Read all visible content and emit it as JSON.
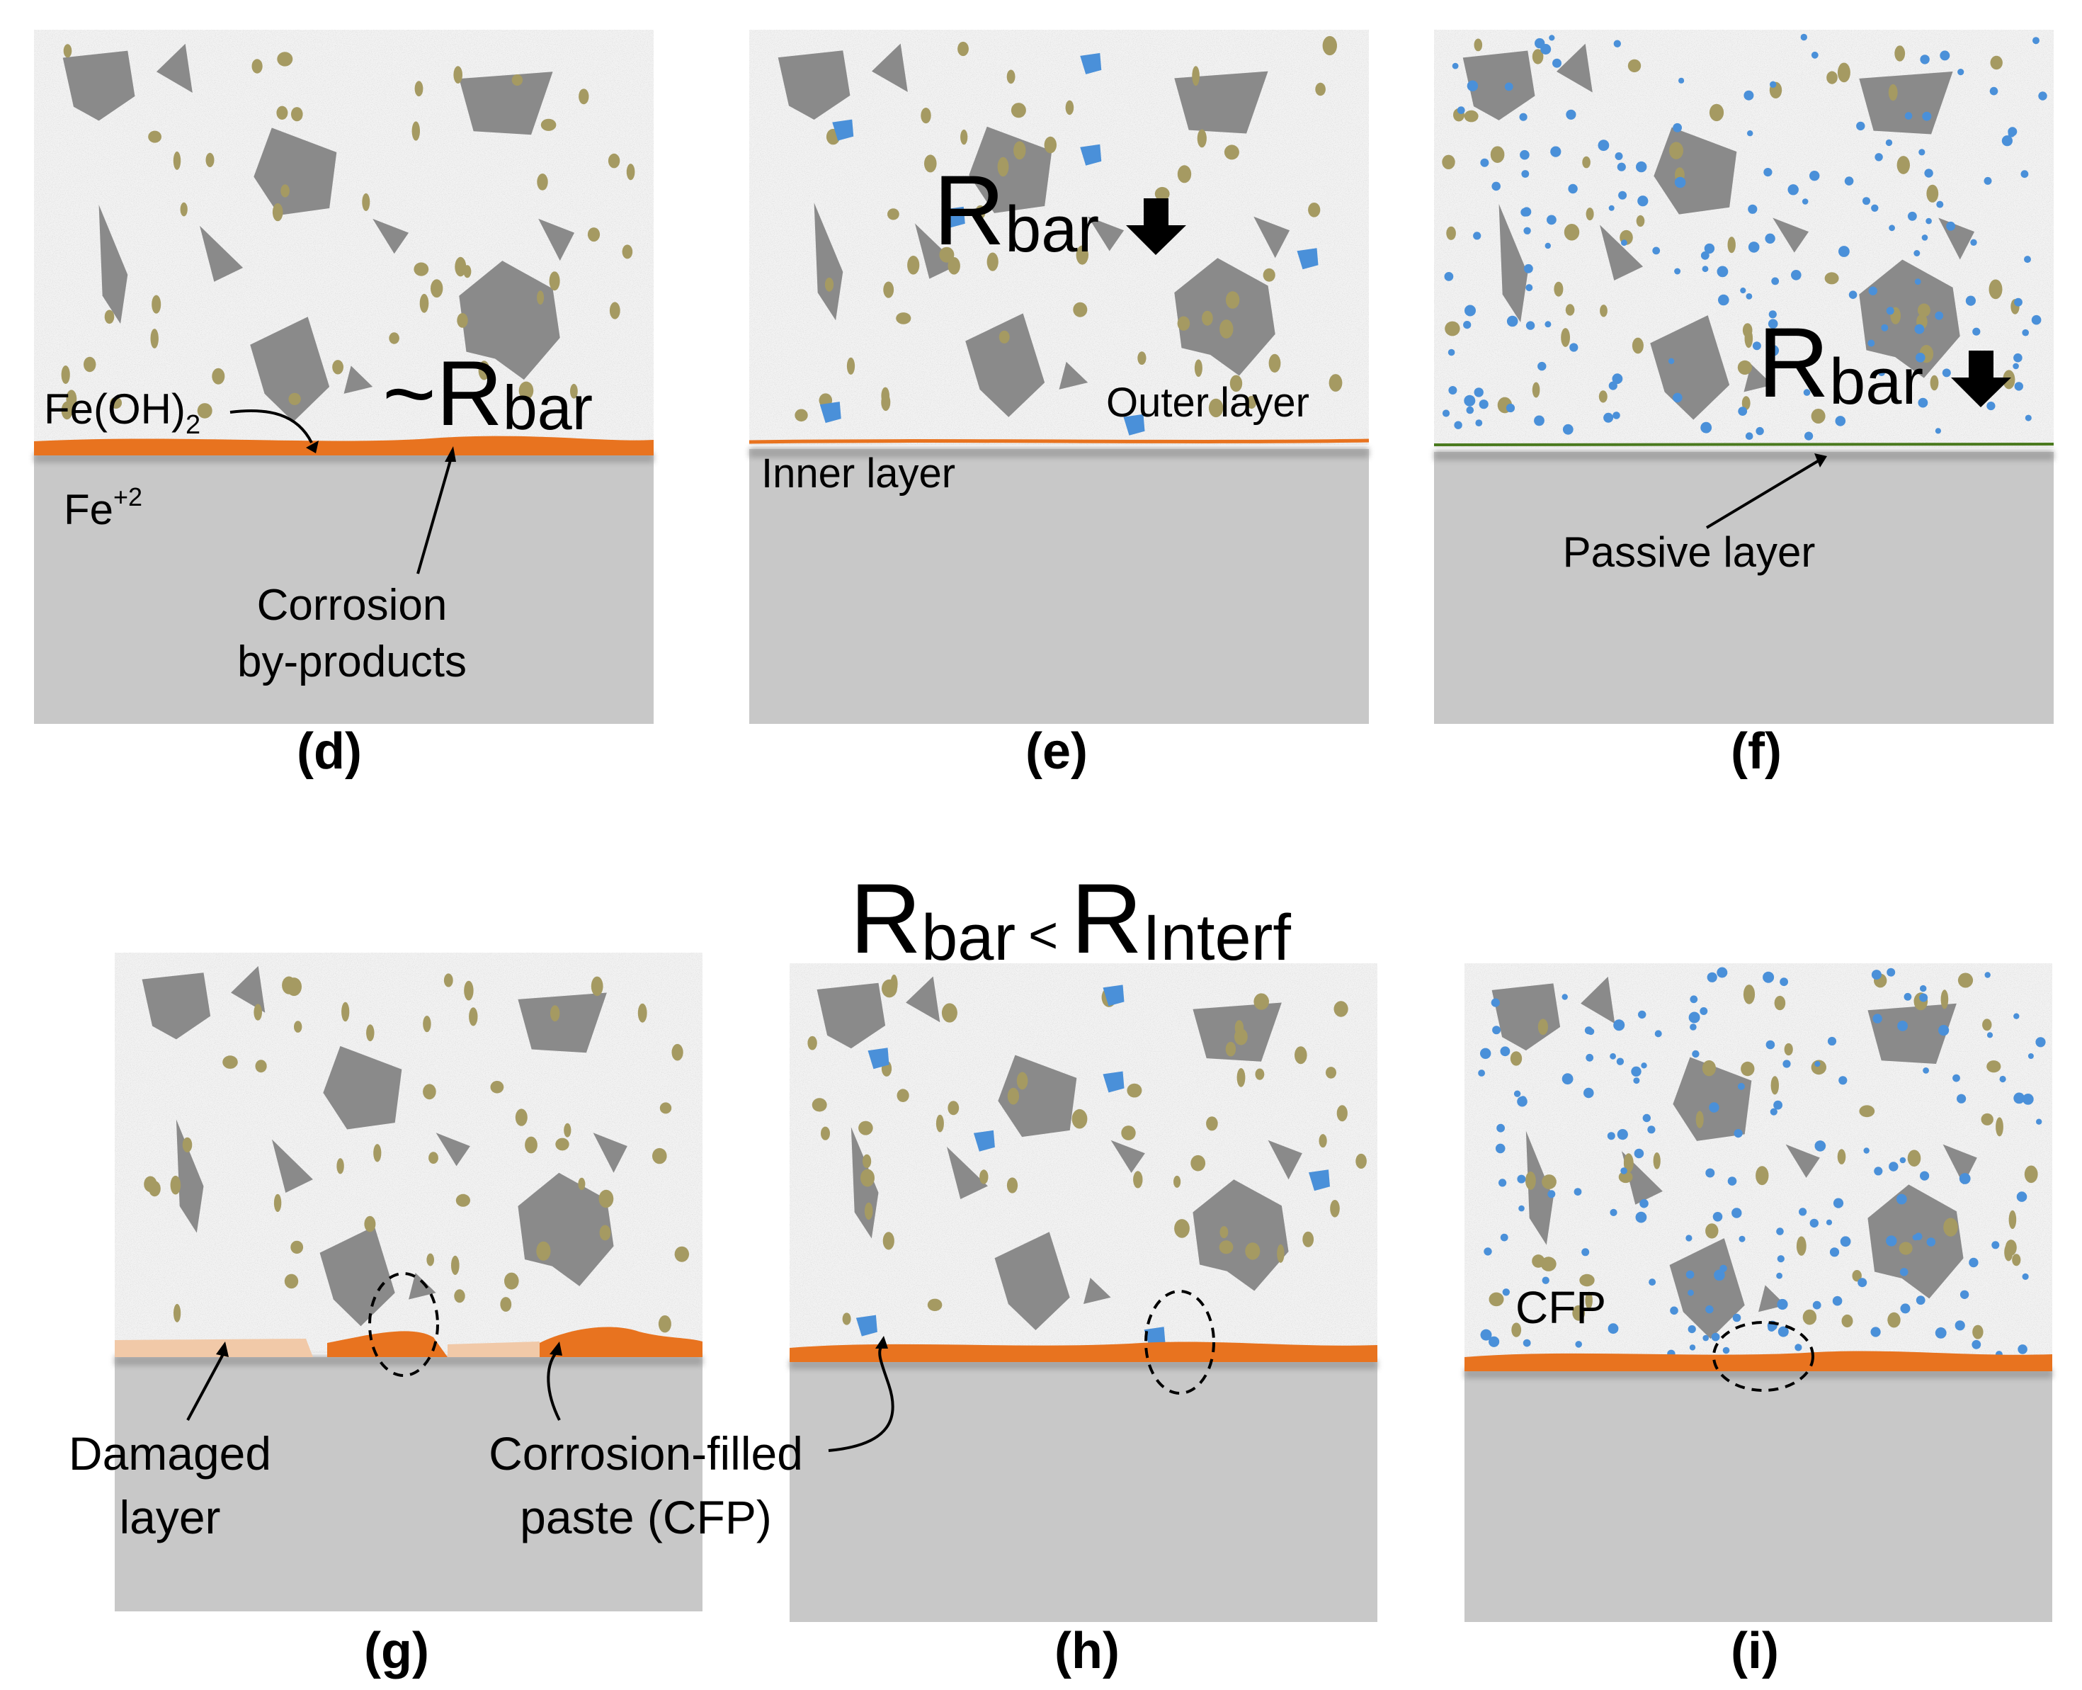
{
  "figure": {
    "panels": [
      {
        "id": "d",
        "caption": "(d)",
        "rebar_layer": "corrosion",
        "ion_style": "none"
      },
      {
        "id": "e",
        "caption": "(e)",
        "rebar_layer": "thin-orange",
        "ion_style": "blue-polygons"
      },
      {
        "id": "f",
        "caption": "(f)",
        "rebar_layer": "passive-green",
        "ion_style": "blue-dots"
      },
      {
        "id": "g",
        "caption": "(g)",
        "rebar_layer": "damaged",
        "ion_style": "none"
      },
      {
        "id": "h",
        "caption": "(h)",
        "rebar_layer": "corrosion-filled",
        "ion_style": "blue-polygons"
      },
      {
        "id": "i",
        "caption": "(i)",
        "rebar_layer": "corrosion-filled",
        "ion_style": "blue-dots"
      }
    ],
    "labels": {
      "d_feoh_main": "Fe(OH)",
      "d_feoh_sub": "2",
      "d_rbar_tilde": "~R",
      "d_rbar_sub": "bar",
      "d_fe_main": "Fe",
      "d_fe_sup": "+2",
      "d_corrosion_line1": "Corrosion",
      "d_corrosion_line2": "by-products",
      "e_rbar_main": "R",
      "e_rbar_sub": "bar",
      "e_outer": "Outer layer",
      "e_inner": "Inner layer",
      "f_rbar_main": "R",
      "f_rbar_sub": "bar",
      "f_passive": "Passive layer",
      "mid_r1": "R",
      "mid_r1_sub": "bar",
      "mid_lt": "<",
      "mid_r2": "R",
      "mid_r2_sub": "Interf",
      "g_damaged_line1": "Damaged",
      "g_damaged_line2": "layer",
      "g_cfp_line1": "Corrosion-filled",
      "g_cfp_line2": "paste (CFP)",
      "i_cfp": "CFP"
    },
    "colors": {
      "concrete": "#f2f2f2",
      "aggregate": "#8a8a8a",
      "sand": "#a59a62",
      "steel": "#c8c8c8",
      "corrosion": "#e8731f",
      "passive": "#4a7a1e",
      "ion": "#4a90d9",
      "damaged": "#f1c9a8"
    },
    "icons": [
      "down-arrow-icon"
    ]
  }
}
